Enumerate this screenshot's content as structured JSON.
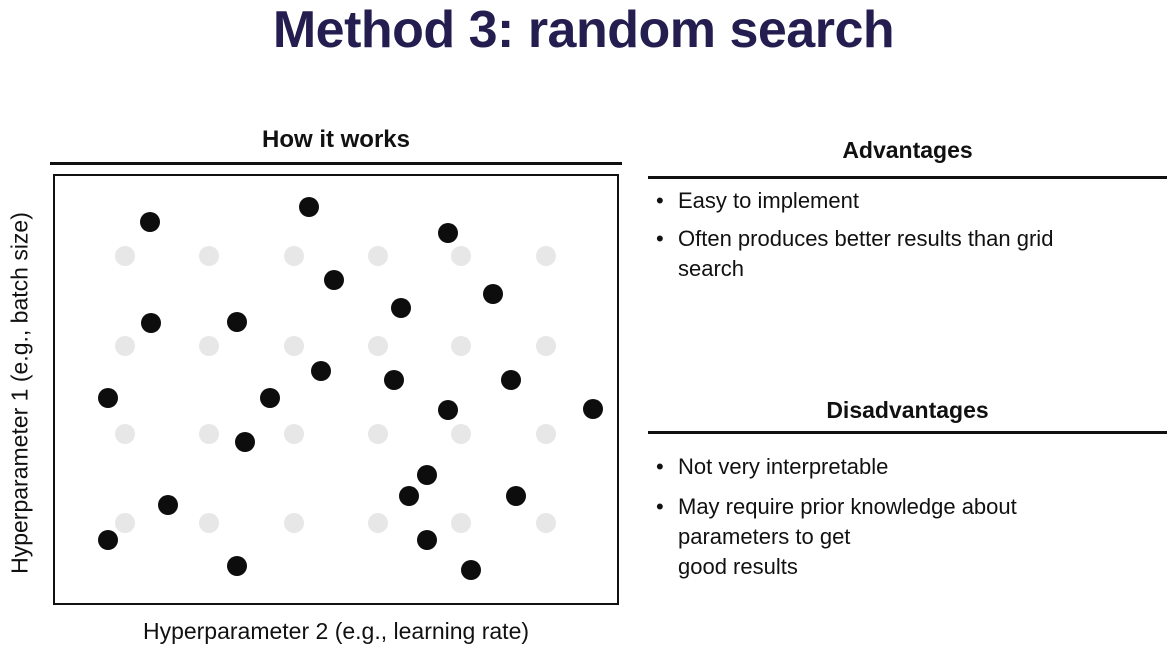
{
  "title": "Method 3: random search",
  "colors": {
    "title": "#241d4f",
    "text": "#111111",
    "rule_line": "#111111",
    "grid_dot": "#e7e7e7",
    "sample_dot": "#0d0d0d"
  },
  "figure": {
    "heading": "How it works",
    "xlabel": "Hyperparameter 2 (e.g., learning rate)",
    "ylabel": "Hyperparameter 1 (e.g., batch size)"
  },
  "advantages": {
    "heading": "Advantages",
    "items": [
      "Easy to implement",
      "Often produces better results than grid\nsearch"
    ]
  },
  "disadvantages": {
    "heading": "Disadvantages",
    "items": [
      "Not very interpretable",
      "May require prior knowledge about\nparameters to get\ngood results"
    ]
  },
  "chart_data": {
    "type": "scatter",
    "title": "How it works",
    "xlabel": "Hyperparameter 2 (e.g., learning rate)",
    "ylabel": "Hyperparameter 1 (e.g., batch size)",
    "xlim": [
      0,
      1
    ],
    "ylim": [
      0,
      1
    ],
    "axis_ticks": "none",
    "grid": false,
    "legend": "none",
    "series": [
      {
        "name": "grid-search points (faded background grid)",
        "marker": "circle",
        "color": "#e7e7e7",
        "grid_x": [
          0.124,
          0.274,
          0.426,
          0.576,
          0.724,
          0.875
        ],
        "grid_y": [
          0.812,
          0.601,
          0.394,
          0.186
        ]
      },
      {
        "name": "random-search samples",
        "marker": "circle",
        "color": "#0d0d0d",
        "points": [
          [
            0.17,
            0.891
          ],
          [
            0.452,
            0.928
          ],
          [
            0.701,
            0.866
          ],
          [
            0.498,
            0.756
          ],
          [
            0.781,
            0.724
          ],
          [
            0.617,
            0.689
          ],
          [
            0.171,
            0.654
          ],
          [
            0.325,
            0.657
          ],
          [
            0.475,
            0.543
          ],
          [
            0.604,
            0.52
          ],
          [
            0.813,
            0.52
          ],
          [
            0.095,
            0.478
          ],
          [
            0.383,
            0.478
          ],
          [
            0.701,
            0.45
          ],
          [
            0.959,
            0.452
          ],
          [
            0.339,
            0.376
          ],
          [
            0.663,
            0.297
          ],
          [
            0.631,
            0.248
          ],
          [
            0.822,
            0.248
          ],
          [
            0.201,
            0.227
          ],
          [
            0.094,
            0.146
          ],
          [
            0.663,
            0.146
          ],
          [
            0.325,
            0.084
          ],
          [
            0.742,
            0.074
          ]
        ]
      }
    ]
  }
}
